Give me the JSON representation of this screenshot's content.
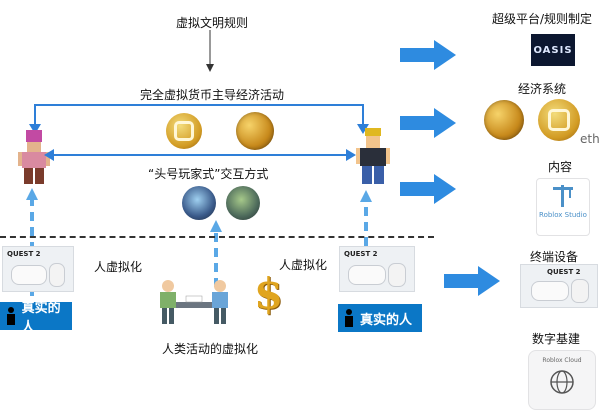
{
  "texts": {
    "rules": "虚拟文明规则",
    "economy_lead": "完全虚拟货币主导经济活动",
    "interaction": "“头号玩家式”交互方式",
    "person_virt_left": "人虚拟化",
    "person_virt_right": "人虚拟化",
    "human_activity": "人类活动的虚拟化",
    "real_person_left": "真实的人",
    "real_person_right": "真实的人",
    "quest_left": "QUEST 2",
    "quest_right": "QUEST 2"
  },
  "right_panel": {
    "platform": "超级平台/规则制定",
    "oasis_logo": "OASIS",
    "economy": "经济系统",
    "eth_text": "eth",
    "content": "内容",
    "studio_logo": "Roblox Studio",
    "device": "终端设备",
    "device_quest": "QUEST 2",
    "infra": "数字基建",
    "cloud_logo": "Roblox Cloud"
  },
  "colors": {
    "arrow_blue": "#2e8be0",
    "line_blue": "#2e7fd8",
    "dashed_arrow": "#5aa8e6",
    "real_person_box": "#0b77c6"
  },
  "icons": {
    "oasis": "oasis-logo-icon",
    "coin": "bitcoin-icon",
    "robux": "robux-icon",
    "avatar": "roblox-avatar-icon",
    "headset": "vr-headset-icon",
    "person": "person-icon",
    "dollar": "dollar-sign-icon"
  }
}
